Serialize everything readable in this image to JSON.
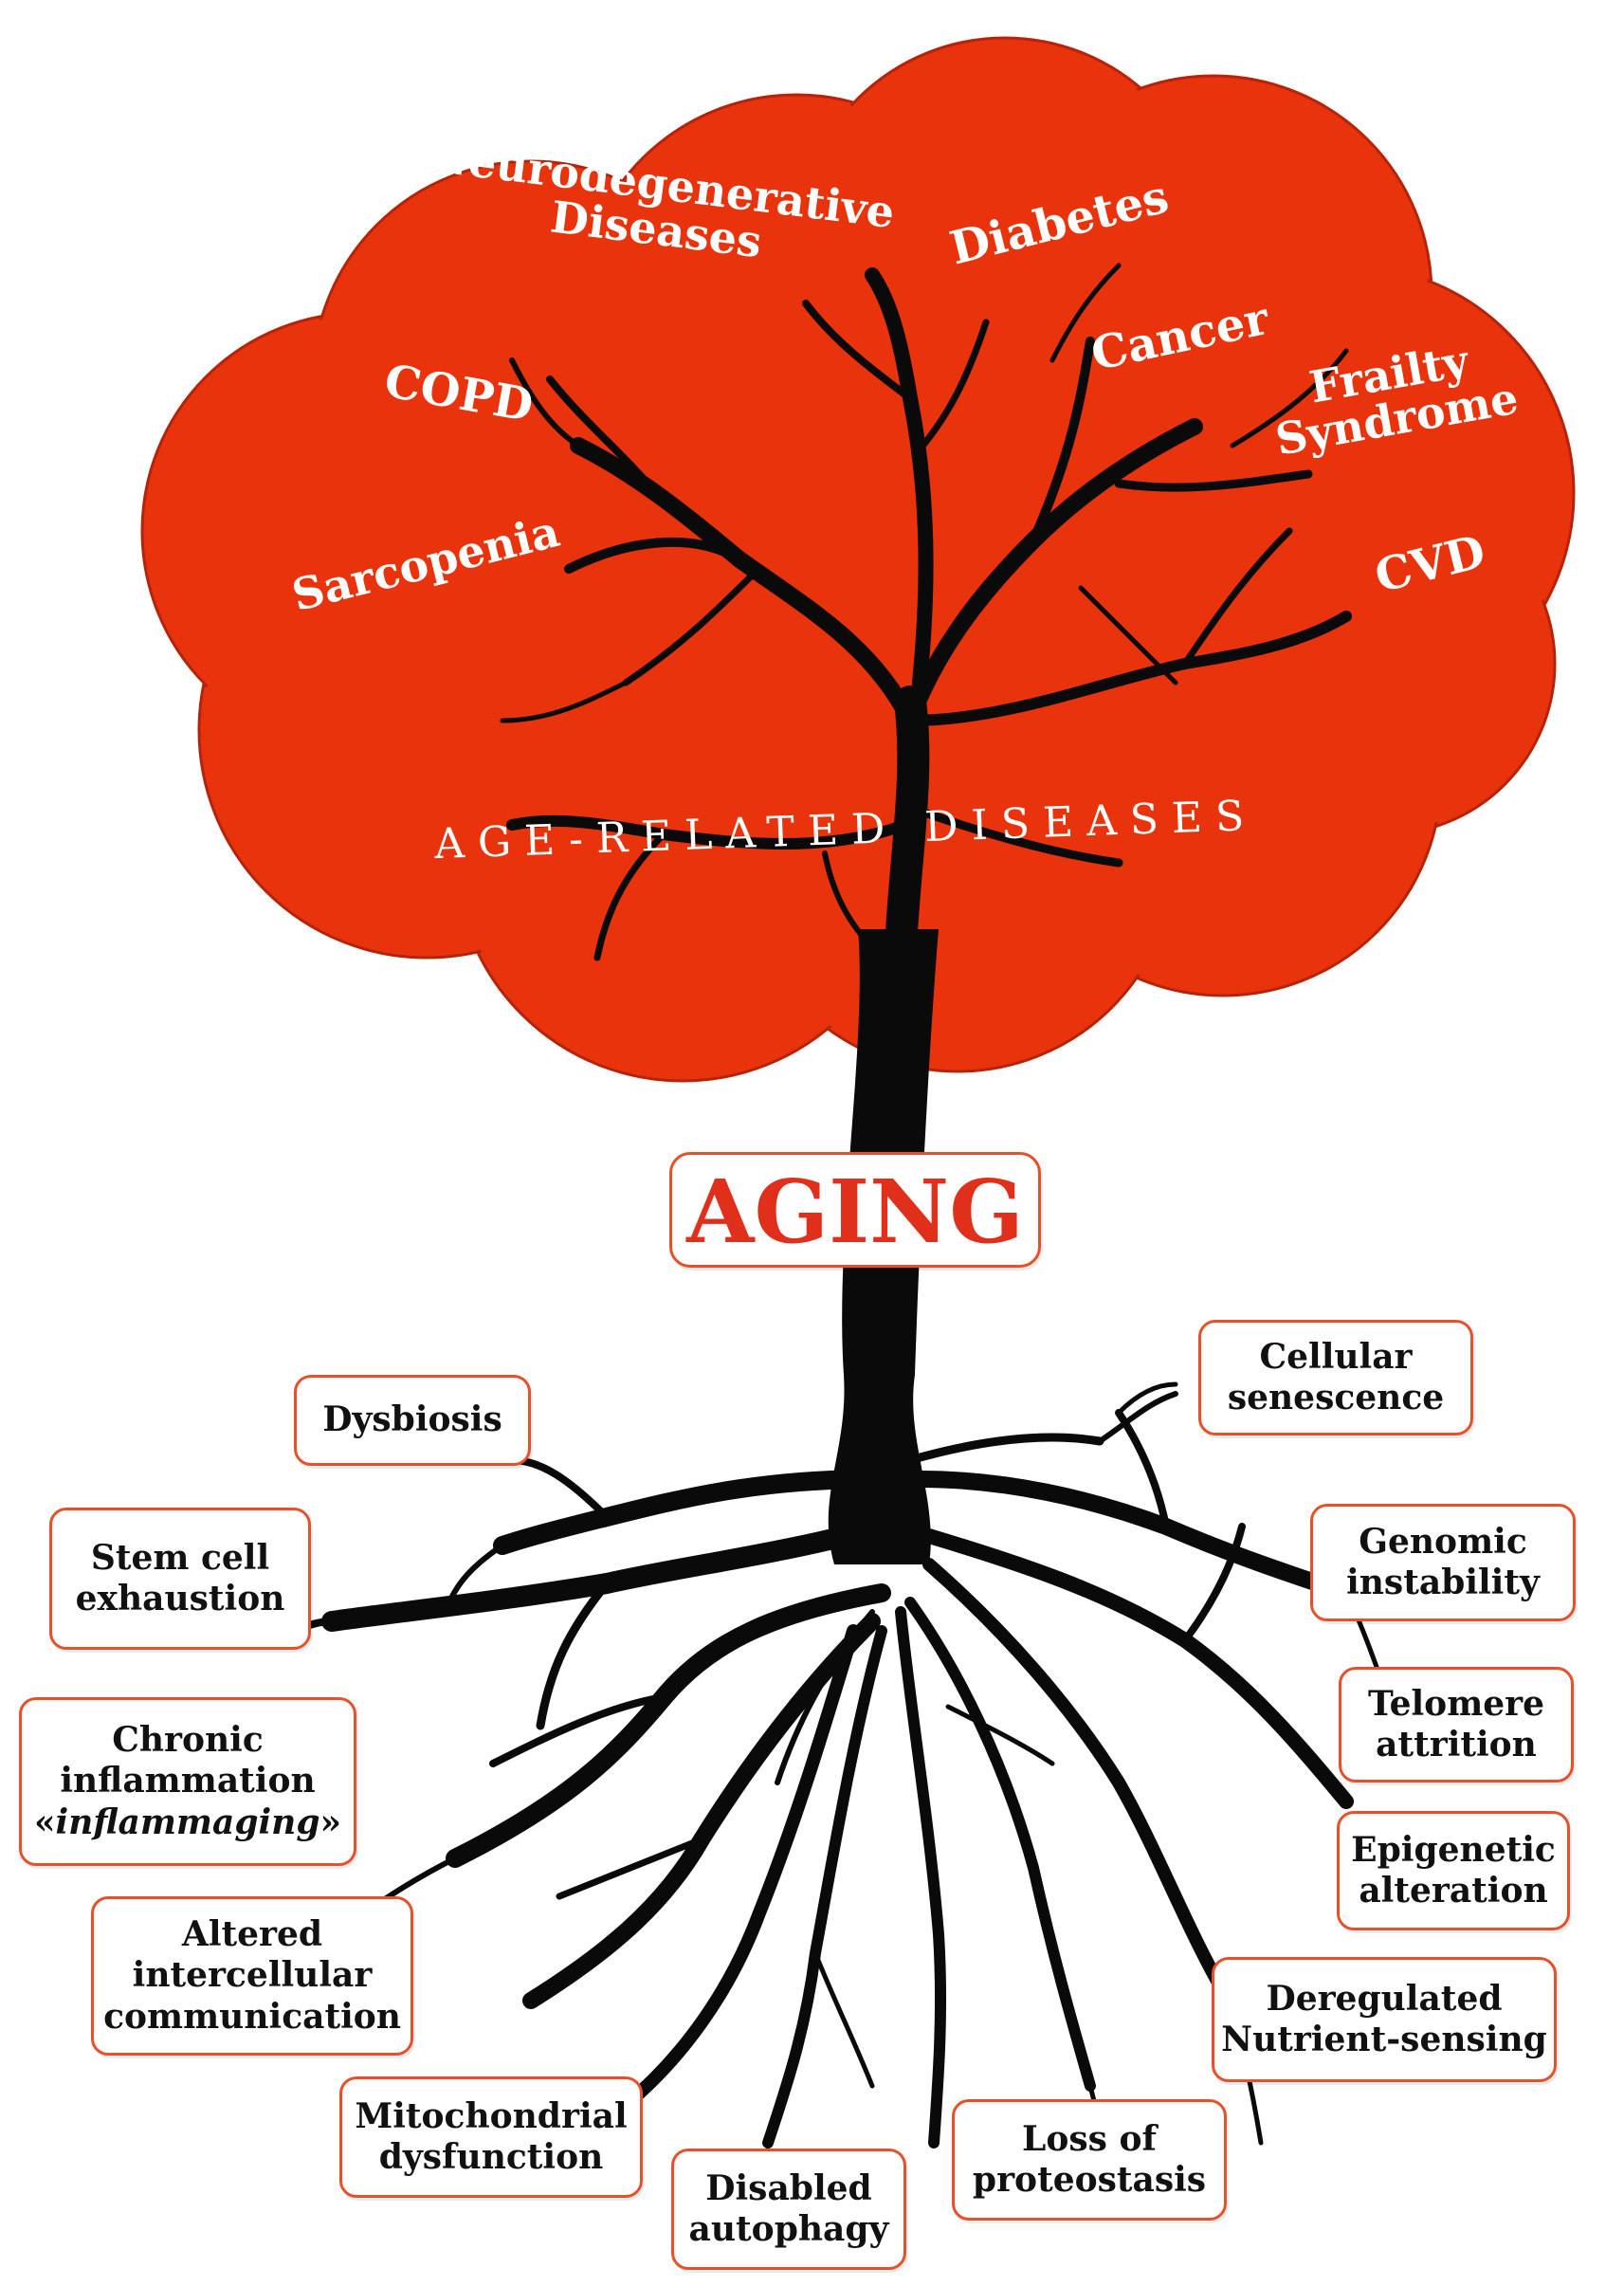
{
  "colors": {
    "crown": "#e8330d",
    "crown_outline": "#b5230a",
    "tree": "#0a0a0a",
    "box_border": "#e8502a",
    "aging_text": "#e0301c"
  },
  "diseases": {
    "neuro_line1": "Neurodegenerative",
    "neuro_line2": "Diseases",
    "diabetes": "Diabetes",
    "cancer": "Cancer",
    "copd": "COPD",
    "frailty_line1": "Frailty",
    "frailty_line2": "Syndrome",
    "sarcopenia": "Sarcopenia",
    "cvd": "CVD"
  },
  "banner": "AGE-RELATED DISEASES",
  "center": "AGING",
  "hallmarks": {
    "dysbiosis": "Dysbiosis",
    "stem_cell": [
      "Stem cell",
      "exhaustion"
    ],
    "chronic": [
      "Chronic",
      "inflammation"
    ],
    "inflammaging": {
      "open": "«",
      "word": "inflammaging",
      "close": "»"
    },
    "altered": [
      "Altered",
      "intercellular",
      "communication"
    ],
    "mitochondrial": [
      "Mitochondrial",
      "dysfunction"
    ],
    "autophagy": [
      "Disabled",
      "autophagy"
    ],
    "proteostasis": [
      "Loss of",
      "proteostasis"
    ],
    "nutrient": [
      "Deregulated",
      "Nutrient-sensing"
    ],
    "epigenetic": [
      "Epigenetic",
      "alteration"
    ],
    "telomere": [
      "Telomere",
      "attrition"
    ],
    "genomic": [
      "Genomic",
      "instability"
    ],
    "senescence": [
      "Cellular",
      "senescence"
    ]
  }
}
